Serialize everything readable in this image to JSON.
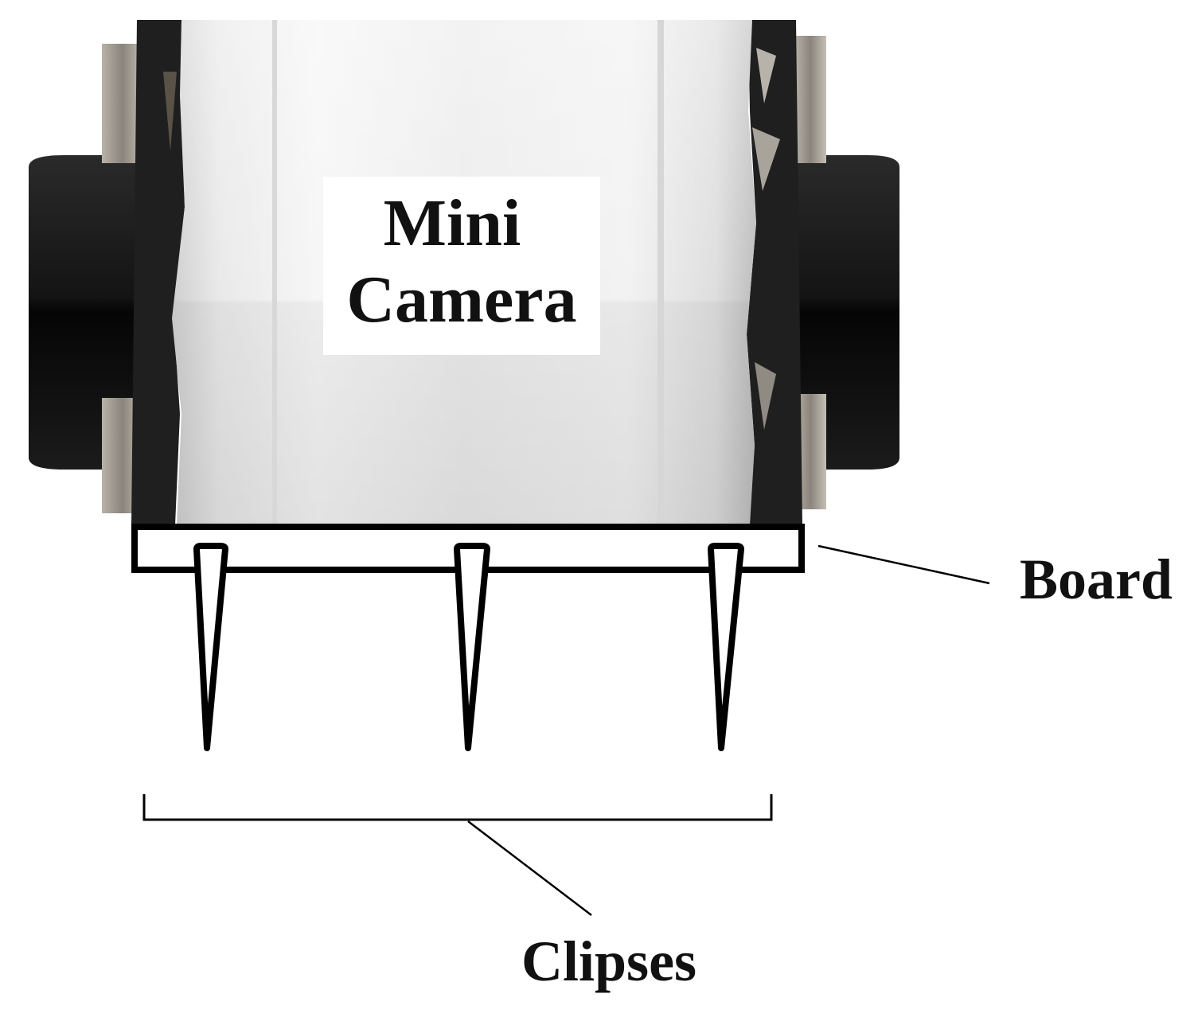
{
  "labels": {
    "camera_line1": "Mini",
    "camera_line2": "Camera",
    "board": "Board",
    "clips": "Clipses"
  },
  "colors": {
    "body_white": "#eeeeee",
    "rim_dark": "#1f1f1f",
    "lens_black": "#151515",
    "outline": "#000000",
    "text": "#111111"
  }
}
